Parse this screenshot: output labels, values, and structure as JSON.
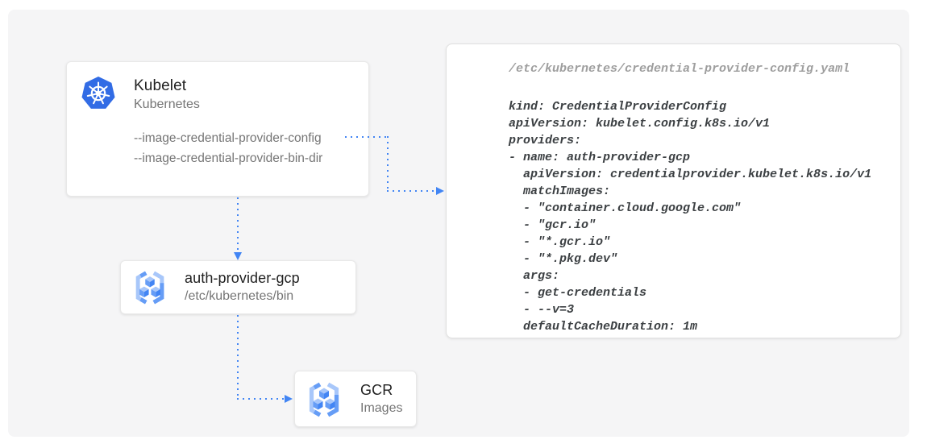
{
  "colors": {
    "accent_blue": "#4285F4",
    "kubernetes_blue": "#326CE5",
    "canvas_bg": "#f5f5f6",
    "title_text": "#212121",
    "muted_text": "#757575",
    "code_text": "#3c4043",
    "code_filename_text": "#9e9e9e"
  },
  "nodes": {
    "kubelet": {
      "title": "Kubelet",
      "subtitle": "Kubernetes",
      "icon": "kubernetes-icon",
      "flags": [
        "--image-credential-provider-config",
        "--image-credential-provider-bin-dir"
      ]
    },
    "auth_provider": {
      "title": "auth-provider-gcp",
      "subtitle": "/etc/kubernetes/bin",
      "icon": "gcr-icon"
    },
    "gcr": {
      "title": "GCR",
      "subtitle": "Images",
      "icon": "gcr-icon"
    }
  },
  "code_panel": {
    "filename": "/etc/kubernetes/credential-provider-config.yaml",
    "code": "kind: CredentialProviderConfig\napiVersion: kubelet.config.k8s.io/v1\nproviders:\n- name: auth-provider-gcp\n  apiVersion: credentialprovider.kubelet.k8s.io/v1\n  matchImages:\n  - \"container.cloud.google.com\"\n  - \"gcr.io\"\n  - \"*.gcr.io\"\n  - \"*.pkg.dev\"\n  args:\n  - get-credentials\n  - --v=3\n  defaultCacheDuration: 1m"
  },
  "connections": [
    {
      "from": "kubelet --image-credential-provider-config flag",
      "to": "credential-provider-config.yaml panel"
    },
    {
      "from": "kubelet",
      "to": "auth-provider-gcp"
    },
    {
      "from": "auth-provider-gcp",
      "to": "GCR images"
    }
  ]
}
